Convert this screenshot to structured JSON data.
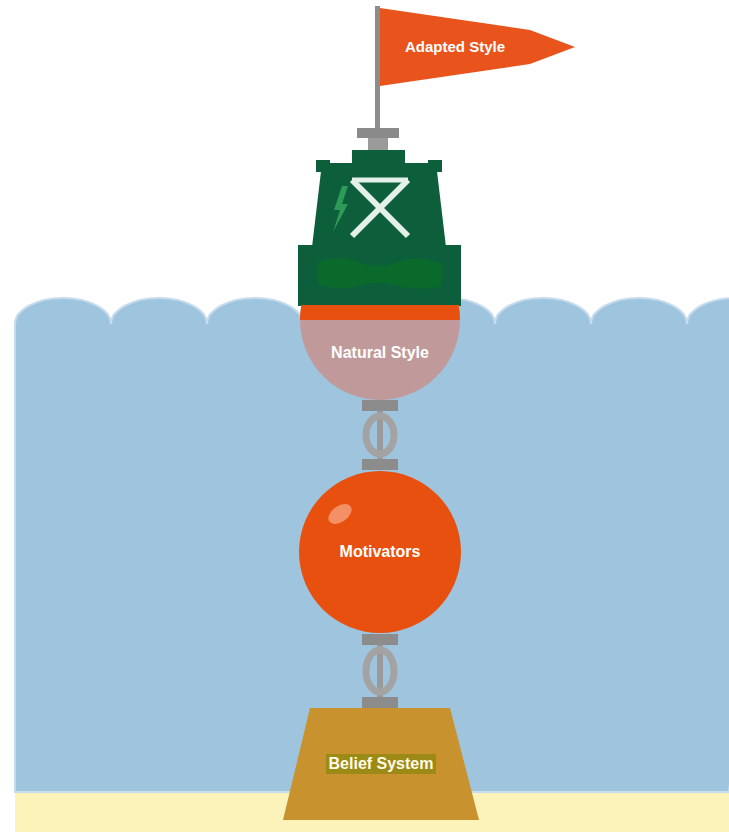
{
  "diagram": {
    "nodes": [
      {
        "text": [
          "Adapted Style"
        ]
      },
      {
        "text": [
          "Natural Style"
        ]
      },
      {
        "text": [
          "Motivators"
        ]
      },
      {
        "text": [
          "Belief System"
        ]
      }
    ],
    "edges": [
      {
        "from": 1,
        "to": 2,
        "arrow": "none"
      },
      {
        "from": 2,
        "to": 3,
        "arrow": "none"
      }
    ]
  }
}
